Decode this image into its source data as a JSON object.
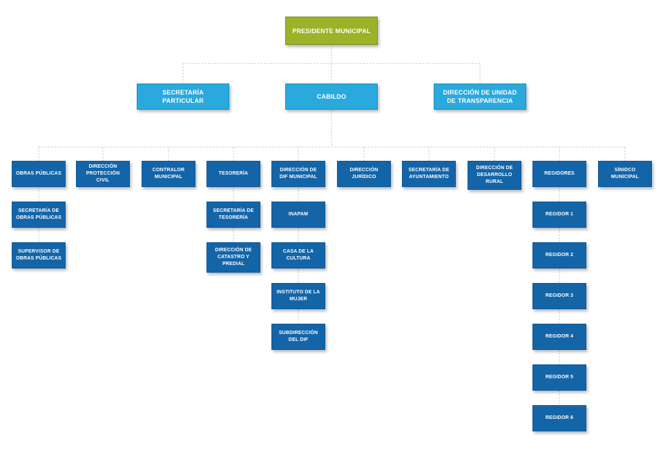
{
  "colors": {
    "canvas-bg": "#ffffff",
    "level1-bg": "#9cb228",
    "level1-border": "#76901e",
    "level2-bg": "#2aa9dd",
    "level2-border": "#1b8dbd",
    "level3-bg": "#1465a8",
    "level3-border": "#0d5593",
    "connector": "#c8c8c8"
  },
  "nodes": {
    "presidente": "PRESIDENTE MUNICIPAL",
    "secretaria_particular": "SECRETARÍA PARTICULAR",
    "cabildo": "CABILDO",
    "transparencia": "DIRECCIÓN DE UNIDAD DE TRANSPARENCIA",
    "obras_publicas": "OBRAS PÚBLICAS",
    "proteccion_civil": "DIRECCIÓN PROTECCIÓN CIVIL",
    "contralor": "CONTRALOR MUNICIPAL",
    "tesoreria": "TESORERÍA",
    "dif": "DIRECCIÓN DE DIF MUNICIPAL",
    "juridico": "DIRECCIÓN JURÍDICO",
    "ayuntamiento": "SECRETARÍA DE AYUNTAMIENTO",
    "desarrollo_rural": "DIRECCIÓN DE DESARROLLO RURAL",
    "regidores": "REGIDORES",
    "sindico": "SÍNIDCO MUNICIPAL",
    "sec_obras": "SECRETARÍA DE OBRAS PÚBLICAS",
    "supervisor_obras": "SUPERVISOR DE OBRAS PÚBLICAS",
    "sec_tesoreria": "SECRETARÍA DE TESORERÍA",
    "catastro": "DIRECCIÓN DE CATASTRO Y PREDIAL",
    "inapam": "INAPAM",
    "casa_cultura": "CASA DE LA CULTURA",
    "instituto_mujer": "INSTITUTO DE LA MUJER",
    "subdireccion_dif": "SUBDIRECCIÓN DEL DIF",
    "regidor1": "REGIDOR 1",
    "regidor2": "REGIDOR 2",
    "regidor3": "REGIDOR 3",
    "regidor4": "REGIDOR 4",
    "regidor5": "REGIDOR 5",
    "regidor6": "REGIDOR 6"
  }
}
